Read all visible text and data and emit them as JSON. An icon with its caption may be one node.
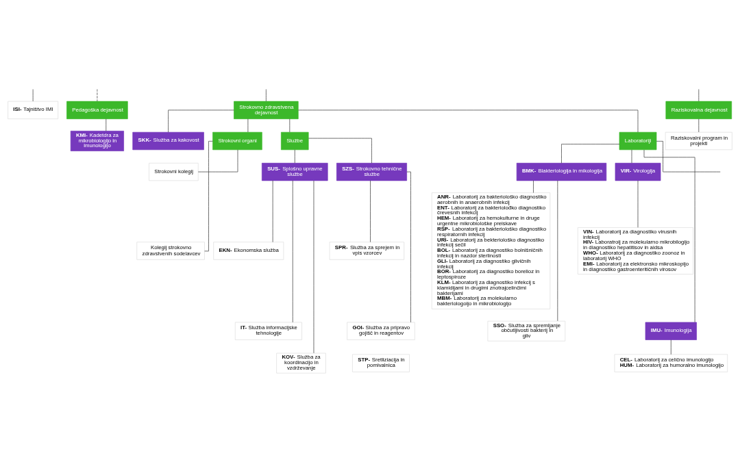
{
  "diagram": {
    "nodes": [
      {
        "text": [
          "ISI- Tajništvo IMI"
        ]
      },
      {
        "text": [
          "Pedagoška dejavnost"
        ]
      },
      {
        "text": [
          "Strokovno zdravstvena dejavnost"
        ]
      },
      {
        "text": [
          "Raziskovalna dejavnost"
        ]
      },
      {
        "text": [
          "Raziskovalni program in projekti"
        ]
      },
      {
        "text": [
          "KMI- Kadetdra za mikrobiologijo in imunologijo"
        ]
      },
      {
        "text": [
          "SKK- Služba za kakovost"
        ]
      },
      {
        "text": [
          "Strokovni organi"
        ]
      },
      {
        "text": [
          "Službe"
        ]
      },
      {
        "text": [
          "Laboratoriji"
        ]
      },
      {
        "text": [
          "Strokovni kolegij"
        ]
      },
      {
        "text": [
          "Kolegij strokovno zdravstvenih sodelavcev"
        ]
      },
      {
        "text": [
          "SUS- Splošno upravne službe"
        ]
      },
      {
        "text": [
          "SZS- Strokovno tehnične službe"
        ]
      },
      {
        "text": [
          "BMK- Blakteriologija in mikologija"
        ]
      },
      {
        "text": [
          "VIR- Virologija"
        ]
      },
      {
        "text": [
          "EKN- Ekonomska služba"
        ]
      },
      {
        "text": [
          "IT- Služba informacijske tehnologije"
        ]
      },
      {
        "text": [
          "KOV- Služba za koordinacijo in vzdrževanje"
        ]
      },
      {
        "text": [
          "SPR- Služba za sprejem in vpis vzorcev"
        ]
      },
      {
        "text": [
          "GOI- Služba za pripravo gojišč in reagentov"
        ]
      },
      {
        "text": [
          "STP- Sretliziacija in pomivalnica"
        ]
      },
      {
        "text": [
          "ANR- Laboratorij za bakteriološko diagnostiko aerobnih in anaerobnih infekcij",
          "ENT- Laboratorij za bakteriolođko diagnostiko črevesnih infekcij",
          "HEM- Laboratorij za hemokulturne in druge urgentne mikrobiološke preiskave",
          "RSP- Laboratorij za bakteriološko diagnostiko respiratornih infekcij",
          "URI- Laboratorij za bekteriološko diagnostiko infekcij sečil",
          "BOL- Laboratorij za diagnostiko bolnišničnih infekcij in nazdor sterlinosti",
          "GLI- Laboratorij za diagnostiko glivičnih infekcij",
          "BOR- Laboratorij za diagnostiko borelioz in leptospiroze",
          "KLM- Laboratorij za diagnostiko infekcij s klamidijami in drugimi znotrajcelinčimi bakterijami",
          "MBM- Laboratorij za molekularno bakteriologoijo in mikrobiologijo"
        ]
      },
      {
        "text": [
          "VIN- Laboratorij za diagnostiko virusnih infekcij",
          "HIV- Laboratroij za molekularno mikrobilogijo in diagnostiko hepatitisov in aidsa",
          "WHO- Laboratorij za diagnostiko zoonoz in laboratorij WHO",
          "EMI- Laboratorij za elektronsko mikroskopijo in diagnostiko gastroenteritičnih virosov"
        ]
      },
      {
        "text": [
          "SSO- Služba za spremljanje občutljivosti bakterij in gliv"
        ]
      },
      {
        "text": [
          "IMU- Imunologija"
        ]
      },
      {
        "text": [
          "CEL- Laboratorij za celično imunologijo",
          "HUM- Laboratorij za humoralno imunologijo"
        ]
      }
    ],
    "edges": [
      {
        "from": null,
        "to": 1,
        "arrow": "none",
        "style": "dashed"
      },
      {
        "from": null,
        "to": 0,
        "arrow": "none"
      },
      {
        "from": null,
        "to": 2,
        "arrow": "none"
      },
      {
        "from": null,
        "to": 3,
        "arrow": "none"
      },
      {
        "from": 1,
        "to": 5,
        "arrow": "none"
      },
      {
        "from": 3,
        "to": 4,
        "arrow": "none"
      },
      {
        "from": 2,
        "to": 6,
        "arrow": "none"
      },
      {
        "from": 2,
        "to": 7,
        "arrow": "none"
      },
      {
        "from": 2,
        "to": 8,
        "arrow": "none"
      },
      {
        "from": 2,
        "to": 9,
        "arrow": "none"
      },
      {
        "from": 7,
        "to": 10,
        "arrow": "none"
      },
      {
        "from": 7,
        "to": 11,
        "arrow": "none"
      },
      {
        "from": 8,
        "to": 12,
        "arrow": "none"
      },
      {
        "from": 8,
        "to": 13,
        "arrow": "none"
      },
      {
        "from": 12,
        "to": 16,
        "arrow": "none"
      },
      {
        "from": 12,
        "to": 17,
        "arrow": "none"
      },
      {
        "from": 12,
        "to": 18,
        "arrow": "none"
      },
      {
        "from": 13,
        "to": 19,
        "arrow": "none"
      },
      {
        "from": 13,
        "to": 20,
        "arrow": "none"
      },
      {
        "from": 9,
        "to": 14,
        "arrow": "none"
      },
      {
        "from": 9,
        "to": 15,
        "arrow": "none"
      },
      {
        "from": 9,
        "to": 25,
        "arrow": "none"
      },
      {
        "from": 9,
        "to": null,
        "arrow": "none"
      },
      {
        "from": 14,
        "to": 22,
        "arrow": "none"
      },
      {
        "from": 14,
        "to": 24,
        "arrow": "none"
      },
      {
        "from": 15,
        "to": 23,
        "arrow": "none"
      },
      {
        "from": 25,
        "to": 26,
        "arrow": "none"
      }
    ]
  }
}
